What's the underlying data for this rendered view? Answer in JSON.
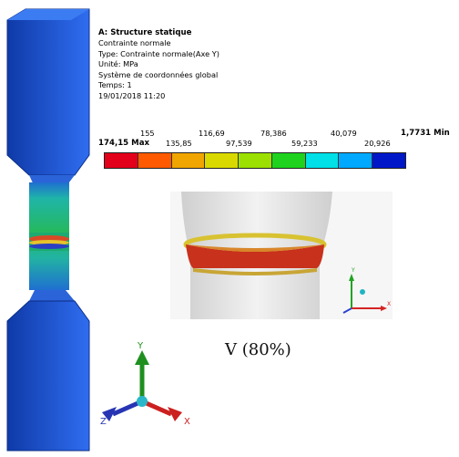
{
  "legend": {
    "title": "A: Structure statique",
    "lines": [
      "Contrainte normale",
      "Type: Contrainte normale(Axe Y)",
      "Unité: MPa",
      "Système de coordonnées global",
      "Temps: 1",
      "19/01/2018 11:20"
    ],
    "ticks_top": [
      "155",
      "116,69",
      "78,386",
      "40,079",
      "1,7731 Min"
    ],
    "ticks_bottom": [
      "174,15 Max",
      "135,85",
      "97,539",
      "59,233",
      "20,926"
    ],
    "colors": [
      "#e2001a",
      "#ff5a00",
      "#f0a500",
      "#d9d900",
      "#9be000",
      "#1ed21e",
      "#00d8a0",
      "#00e0e6",
      "#00a9ff",
      "#0044ff",
      "#0018c8"
    ]
  },
  "annotation": "V (80%)",
  "axes_main": {
    "y": "Y",
    "x": "X",
    "z": "Z"
  },
  "axes_inset": {
    "y": "Y",
    "x": "X"
  },
  "palette": {
    "specimen_blue": "#1a49c6",
    "specimen_teal": "#1fae8f",
    "specimen_green": "#2fae3c",
    "ring_yellow": "#d8c231",
    "ring_red": "#c8311c"
  }
}
